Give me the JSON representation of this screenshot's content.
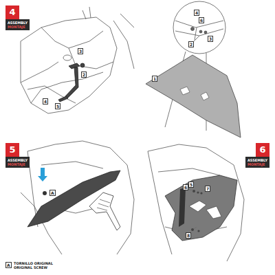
{
  "diagram": {
    "nodes": [
      {
        "text": [
          "4"
        ]
      },
      {
        "text": [
          "ASSEMBLY",
          "MONTAJE"
        ]
      },
      {
        "text": [
          "5"
        ]
      },
      {
        "text": [
          "ASSEMBLY",
          "MONTAJE"
        ]
      },
      {
        "text": [
          "6"
        ]
      },
      {
        "text": [
          "ASSEMBLY",
          "MONTAJE"
        ]
      }
    ],
    "labels": [
      "3",
      "2",
      "4",
      "5",
      "4",
      "6",
      "2",
      "3",
      "1",
      "A",
      "A",
      "TORNILLO ORIGINAL",
      "ORIGINAL SCREW",
      "6",
      "5",
      "7",
      "8"
    ]
  }
}
